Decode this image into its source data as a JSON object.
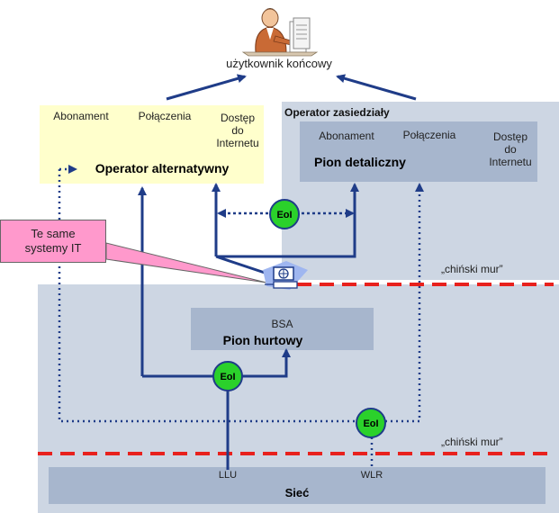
{
  "end_user": "użytkownik końcowy",
  "alt_operator": {
    "items": [
      "Abonament",
      "Połączenia",
      "Dostęp\ndo\nInternetu"
    ],
    "title": "Operator alternatywny"
  },
  "incumbent": {
    "label": "Operator zasiedziały",
    "items": [
      "Abonament",
      "Połączenia",
      "Dostęp\ndo\nInternetu"
    ],
    "retail_title": "Pion detaliczny"
  },
  "wholesale": {
    "sub": "BSA",
    "title": "Pion hurtowy"
  },
  "network": {
    "title": "Sieć",
    "llu": "LLU",
    "wlr": "WLR"
  },
  "callout": "Te same\nsystemy IT",
  "eoi": "EoI",
  "chinese_wall": "„chiński mur”",
  "colors": {
    "yellow": "#ffffcc",
    "lightblue": "#cdd6e3",
    "midblue": "#a7b6cd",
    "arrow": "#1f3c88",
    "red": "#e8211d",
    "green": "#2bd12b",
    "callout": "#ff99cc"
  }
}
